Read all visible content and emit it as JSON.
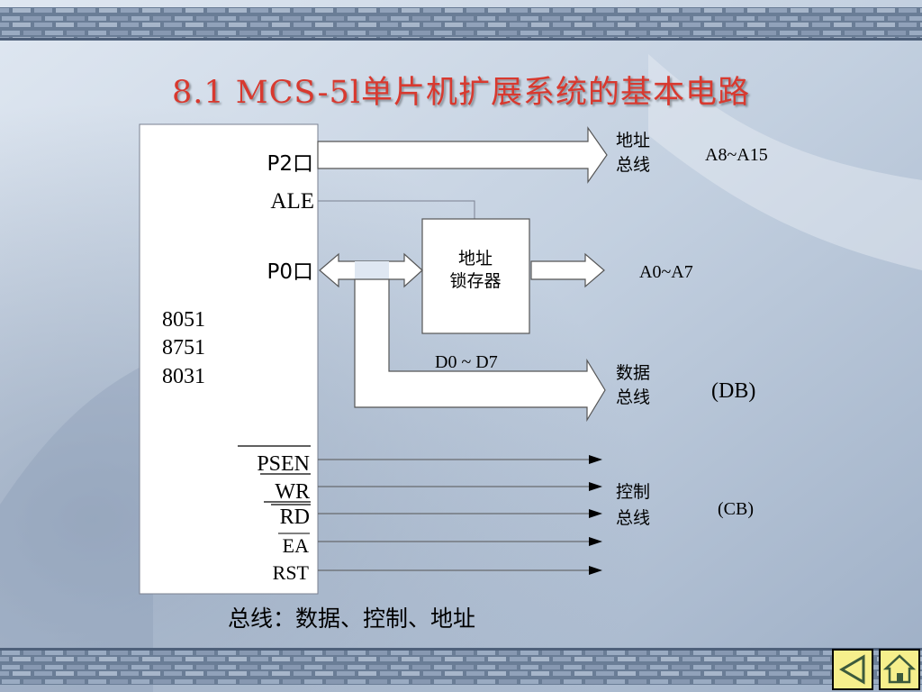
{
  "slide": {
    "title": "8.1  MCS-5l单片机扩展系统的基本电路",
    "footer": "总线：数据、控制、地址"
  },
  "chip": {
    "models": [
      "8051",
      "8751",
      "8031"
    ],
    "pins": {
      "p2": "P2口",
      "ale": "ALE",
      "p0": "P0口",
      "psen": "PSEN",
      "wr": "WR",
      "rd": "RD",
      "ea": "EA",
      "rst": "RST"
    }
  },
  "latch": {
    "line1": "地址",
    "line2": "锁存器"
  },
  "buses": {
    "address": {
      "line1": "地址",
      "line2": "总线",
      "range_high": "A8~A15",
      "range_low": "A0~A7"
    },
    "data": {
      "line1": "数据",
      "line2": "总线",
      "abbr": "(DB)",
      "bits": "D0 ~ D7"
    },
    "control": {
      "line1": "控制",
      "line2": "总线",
      "abbr": "(CB)"
    }
  },
  "colors": {
    "title": "#d8392f",
    "nav_fill": "#f6ef8c",
    "nav_icon": "#3c5a3c"
  },
  "nav": {
    "prev_icon": "triangle-left-icon",
    "home_icon": "home-icon"
  }
}
